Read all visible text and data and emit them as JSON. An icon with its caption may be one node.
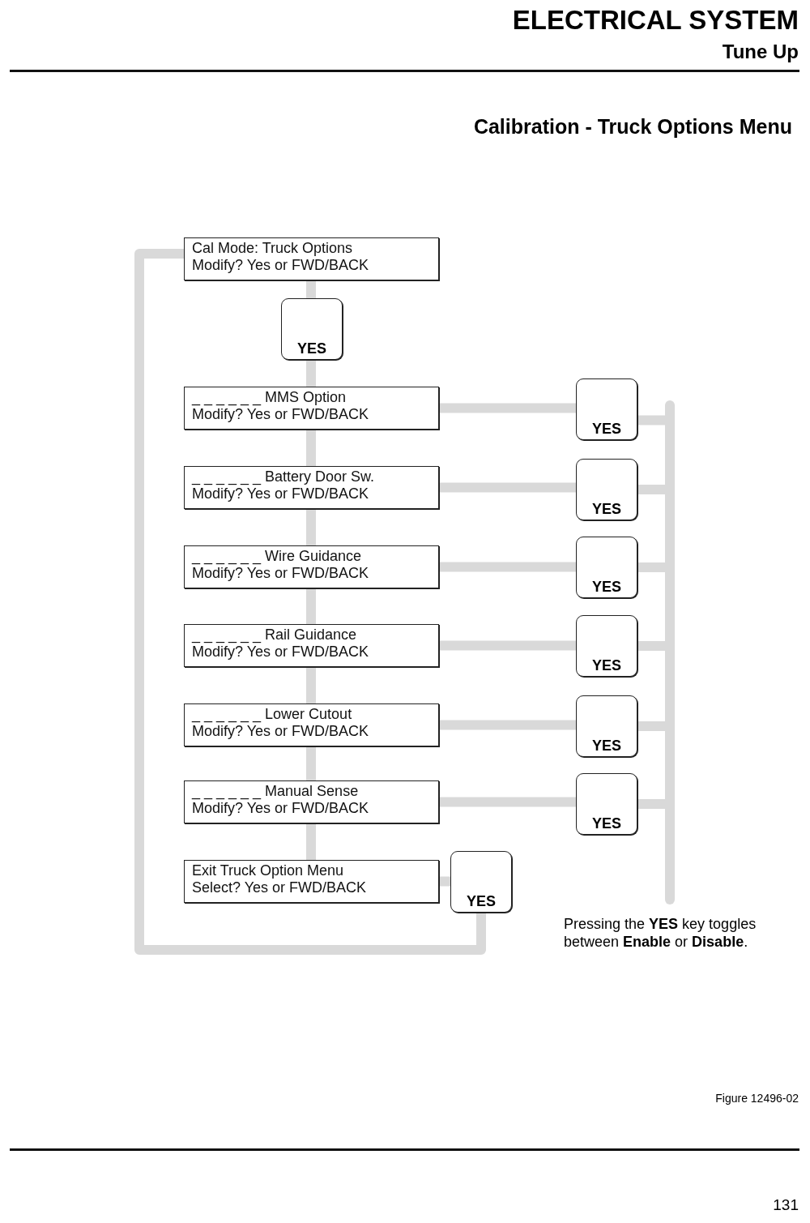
{
  "diagram": {
    "title": "ELECTRICAL SYSTEM",
    "nodes": [
      {
        "text": [
          "Cal Mode: Truck Options",
          "Modify? Yes or FWD/BACK"
        ]
      },
      {
        "text": [
          "YES"
        ]
      },
      {
        "text": [
          "_ _ _ _ _ _ MMS Option",
          "Modify? Yes or FWD/BACK"
        ]
      },
      {
        "text": [
          "YES"
        ]
      },
      {
        "text": [
          "_ _ _ _ _ _ Battery Door Sw.",
          "Modify? Yes or FWD/BACK"
        ]
      },
      {
        "text": [
          "YES"
        ]
      },
      {
        "text": [
          "_ _ _ _ _ _ Wire Guidance",
          "Modify? Yes or FWD/BACK"
        ]
      },
      {
        "text": [
          "YES"
        ]
      },
      {
        "text": [
          "_ _ _ _ _ _ Rail Guidance",
          "Modify? Yes or FWD/BACK"
        ]
      },
      {
        "text": [
          "YES"
        ]
      },
      {
        "text": [
          "_ _ _ _ _ _ Lower Cutout",
          "Modify? Yes or FWD/BACK"
        ]
      },
      {
        "text": [
          "YES"
        ]
      },
      {
        "text": [
          "_ _ _ _ _ _ Manual Sense",
          "Modify? Yes or FWD/BACK"
        ]
      },
      {
        "text": [
          "YES"
        ]
      },
      {
        "text": [
          "Exit Truck Option Menu",
          "Select? Yes or FWD/BACK"
        ]
      },
      {
        "text": [
          "YES"
        ]
      },
      {
        "text": [],
        "shape": "bar"
      }
    ],
    "edges": [
      {
        "from": 0,
        "to": 1,
        "arrow": "none"
      },
      {
        "from": 1,
        "to": 2,
        "arrow": "none"
      },
      {
        "from": 2,
        "to": 4,
        "arrow": "none"
      },
      {
        "from": 4,
        "to": 6,
        "arrow": "none"
      },
      {
        "from": 6,
        "to": 8,
        "arrow": "none"
      },
      {
        "from": 8,
        "to": 10,
        "arrow": "none"
      },
      {
        "from": 10,
        "to": 12,
        "arrow": "none"
      },
      {
        "from": 12,
        "to": 14,
        "arrow": "none"
      },
      {
        "from": 2,
        "to": 3,
        "arrow": "none"
      },
      {
        "from": 4,
        "to": 5,
        "arrow": "none"
      },
      {
        "from": 6,
        "to": 7,
        "arrow": "none"
      },
      {
        "from": 8,
        "to": 9,
        "arrow": "none"
      },
      {
        "from": 10,
        "to": 11,
        "arrow": "none"
      },
      {
        "from": 12,
        "to": 13,
        "arrow": "none"
      },
      {
        "from": 14,
        "to": 15,
        "arrow": "none"
      },
      {
        "from": 15,
        "to": 0,
        "arrow": "none"
      },
      {
        "from": 3,
        "to": 16,
        "arrow": "none"
      },
      {
        "from": 5,
        "to": 16,
        "arrow": "none"
      },
      {
        "from": 7,
        "to": 16,
        "arrow": "none"
      },
      {
        "from": 9,
        "to": 16,
        "arrow": "none"
      },
      {
        "from": 11,
        "to": 16,
        "arrow": "none"
      },
      {
        "from": 13,
        "to": 16,
        "arrow": "none"
      }
    ],
    "labels": [
      "Tune Up",
      "Calibration - Truck Options Menu",
      "Pressing the **YES** key toggles between **Enable** or **Disable**.",
      "Figure 12496-02",
      "131"
    ]
  }
}
